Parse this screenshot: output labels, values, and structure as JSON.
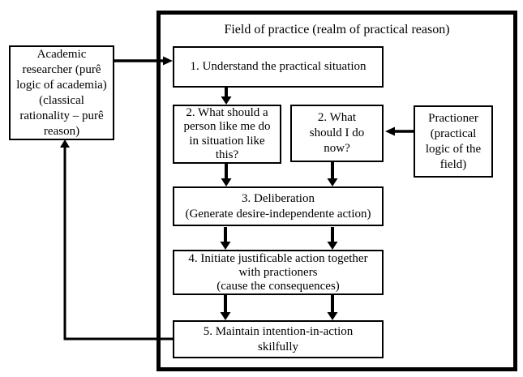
{
  "diagram": {
    "title": "Field of practice (realm of practical reason)",
    "colors": {
      "background": "#ffffff",
      "line": "#000000",
      "text": "#000000"
    },
    "nodes": {
      "academic_researcher": {
        "label": "Academic\nresearcher (purê\nlogic of academia)\n(classical\nrationality – purê\nreason)"
      },
      "step1": {
        "label": "1. Understand the practical situation"
      },
      "step2a": {
        "label": "2. What should a\nperson like me do\nin situation like\nthis?"
      },
      "step2b": {
        "label": "2. What\nshould I do\nnow?"
      },
      "practitioner": {
        "label": "Practioner\n(practical\nlogic of the\nfield)"
      },
      "step3": {
        "label": "3. Deliberation\n(Generate desire-independente action)"
      },
      "step4": {
        "label": "4. Initiate justificable action together\nwith practioners\n(cause the consequences)"
      },
      "step5": {
        "label": "5. Maintain intention-in-action\nskilfully"
      }
    },
    "edges": [
      {
        "from": "academic_researcher",
        "to": "step1"
      },
      {
        "from": "step1",
        "to": "step2a"
      },
      {
        "from": "step2a",
        "to": "step3"
      },
      {
        "from": "step2b",
        "to": "step3"
      },
      {
        "from": "practitioner",
        "to": "step2b"
      },
      {
        "from": "step3",
        "to": "step4",
        "note": "double arrow left and right"
      },
      {
        "from": "step4",
        "to": "step5",
        "note": "double arrow left and right"
      },
      {
        "from": "step5",
        "to": "academic_researcher",
        "note": "feedback loop around left side"
      }
    ]
  }
}
